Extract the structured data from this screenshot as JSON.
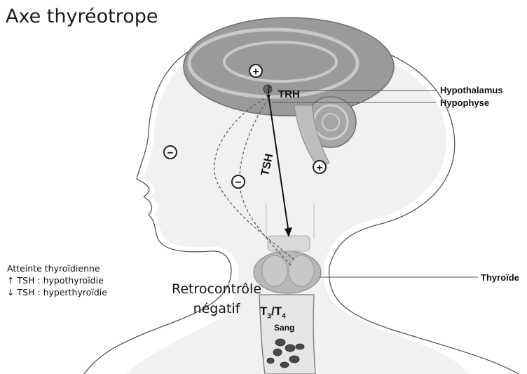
{
  "title": "Axe thyréotrope",
  "labels": {
    "hypothalamus": "Hypothalamus",
    "hypophyse": "Hypophyse",
    "thyroide": "Thyroïde",
    "trh": "TRH",
    "tsh": "TSH",
    "t3": "T",
    "t3_sub": "3",
    "t_sep": "/",
    "t4": "T",
    "t4_sub": "4",
    "sang": "Sang"
  },
  "retrocontrole": {
    "line1": "Retrocontrôle",
    "line2": "négatif"
  },
  "side_note": {
    "heading": "Atteinte thyroïdienne",
    "line1": "↑ TSH : hypothyroïdie",
    "line2": "↓ TSH : hyperthyroïdie"
  },
  "signs": {
    "plus": "+",
    "minus": "−"
  }
}
